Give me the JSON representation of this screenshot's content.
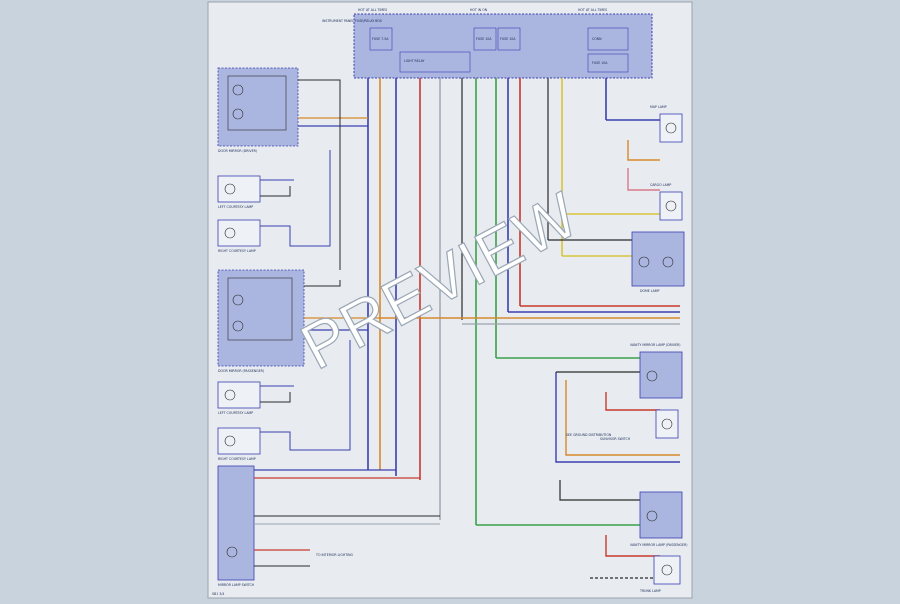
{
  "watermark": "PREVIEW",
  "page_ref": "SB1 3/4",
  "top_panel": {
    "left_title": "INSTRUMENT PANEL FUSE/RELAY BOX",
    "fuse1": "FUSE 7.5A",
    "fuse2": "FUSE 10A",
    "fuse3": "FUSE 10A",
    "fuse4": "FUSE 10A",
    "relay": "LIGHT RELAY",
    "connector": "CONN",
    "hot1": "HOT AT ALL TIMES",
    "hot2": "HOT IN ON",
    "hot3": "HOT AT ALL TIMES"
  },
  "wire_colors": {
    "blue": "#3a3fb0",
    "red": "#c8382e",
    "orange": "#d6892a",
    "green": "#3aa14a",
    "yellow": "#d8c43a",
    "black": "#2a2a2a",
    "gray": "#9aa3ad",
    "pink": "#d97a8a"
  },
  "left_components": [
    {
      "name": "door-mirror-driver",
      "label": "DOOR MIRROR (DRIVER)"
    },
    {
      "name": "left-courtesy-lamp",
      "label": "LEFT COURTESY LAMP"
    },
    {
      "name": "right-courtesy-lamp",
      "label": "RIGHT COURTESY LAMP"
    },
    {
      "name": "door-mirror-passenger",
      "label": "DOOR MIRROR (PASSENGER)"
    },
    {
      "name": "left-courtesy-lamp-2",
      "label": "LEFT COURTESY LAMP"
    },
    {
      "name": "right-courtesy-lamp-2",
      "label": "RIGHT COURTESY LAMP"
    },
    {
      "name": "mirror-lamp-switch",
      "label": "MIRROR LAMP SWITCH"
    }
  ],
  "right_components": [
    {
      "name": "map-lamp",
      "label": "MAP LAMP"
    },
    {
      "name": "cargo-lamp",
      "label": "CARGO LAMP"
    },
    {
      "name": "dome-lamp",
      "label": "DOME LAMP"
    },
    {
      "name": "vanity-mirror-lamp-driver",
      "label": "VANITY MIRROR LAMP (DRIVER)"
    },
    {
      "name": "sunvisor-switch",
      "label": "SUNVISOR SWITCH"
    },
    {
      "name": "vanity-mirror-lamp-passenger",
      "label": "VANITY MIRROR LAMP (PASSENGER)"
    },
    {
      "name": "trunk-lamp",
      "label": "TRUNK LAMP"
    }
  ],
  "notes": {
    "see_ground": "SEE GROUND DISTRIBUTION",
    "to_lighting": "TO INTERIOR LIGHTING"
  }
}
